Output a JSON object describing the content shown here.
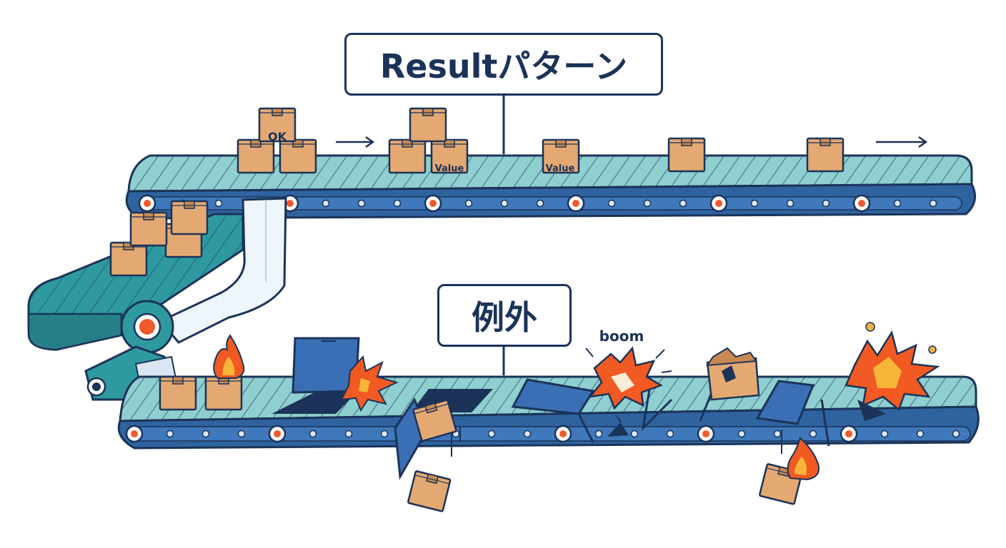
{
  "result_section": {
    "title": "Resultパターン",
    "box_labels": {
      "ok": "OK",
      "value_a": "Value",
      "value_b": "Value"
    }
  },
  "exception_section": {
    "title": "例外",
    "burst_label": "boom"
  },
  "colors": {
    "outline": "#1b3358",
    "belt_top": "#8fcfcf",
    "belt_body": "#2f63a0",
    "roller_accent": "#f05a2a",
    "box": "#e4a972",
    "fire": "#f15a22",
    "hatch": "#3a6fb5"
  },
  "icons": [
    "conveyor-belt",
    "cardboard-box",
    "flame",
    "explosion",
    "trapdoor",
    "arrow-right"
  ]
}
